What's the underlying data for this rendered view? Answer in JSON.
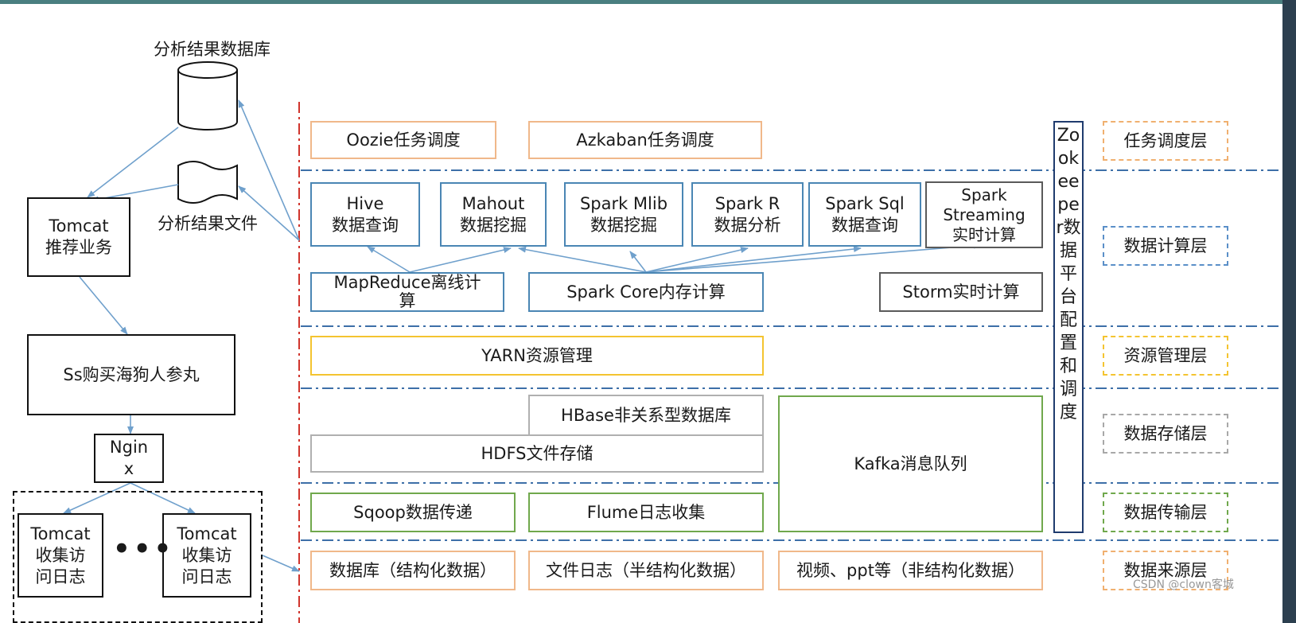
{
  "left": {
    "db_label": "分析结果数据库",
    "file_label": "分析结果文件",
    "tomcat_rec": "Tomcat\n推荐业务",
    "shop": "Ss购买海狗人参丸",
    "nginx": "Ngin\nx",
    "tomcat_log_1": "Tomcat\n收集访\n问日志",
    "tomcat_log_2": "Tomcat\n收集访\n问日志",
    "ellipsis": "•••"
  },
  "layers": {
    "scheduling": "任务调度层",
    "compute": "数据计算层",
    "resource": "资源管理层",
    "storage": "数据存储层",
    "transport": "数据传输层",
    "source": "数据来源层"
  },
  "scheduling": {
    "oozie": "Oozie任务调度",
    "azkaban": "Azkaban任务调度"
  },
  "compute": {
    "hive": "Hive\n数据查询",
    "mahout": "Mahout\n数据挖掘",
    "mlib": "Spark Mlib\n数据挖掘",
    "sparkr": "Spark R\n数据分析",
    "sparksql": "Spark Sql\n数据查询",
    "streaming": "Spark\nStreaming\n实时计算",
    "mapreduce": "MapReduce离线计\n算",
    "sparkcore": "Spark Core内存计算",
    "storm": "Storm实时计算"
  },
  "resource": {
    "yarn": "YARN资源管理"
  },
  "storage": {
    "hbase": "HBase非关系型数据库",
    "hdfs": "HDFS文件存储",
    "kafka": "Kafka消息队列"
  },
  "transport": {
    "sqoop": "Sqoop数据传递",
    "flume": "Flume日志收集"
  },
  "source": {
    "db": "数据库（结构化数据）",
    "filelog": "文件日志（半结构化数据）",
    "video": "视频、ppt等（非结构化数据）"
  },
  "zookeeper": "Zookeeper数据平台配置和调度",
  "watermark": "CSDN @clown客城",
  "colors": {
    "orange": "#f0b88a",
    "blue": "#4a86b4",
    "yellow": "#f4c430",
    "green": "#70a84c",
    "gray": "#5a5a5a",
    "divider": "#3d6fa8",
    "redline": "#d0342c",
    "arrow": "#6fa0cc"
  }
}
